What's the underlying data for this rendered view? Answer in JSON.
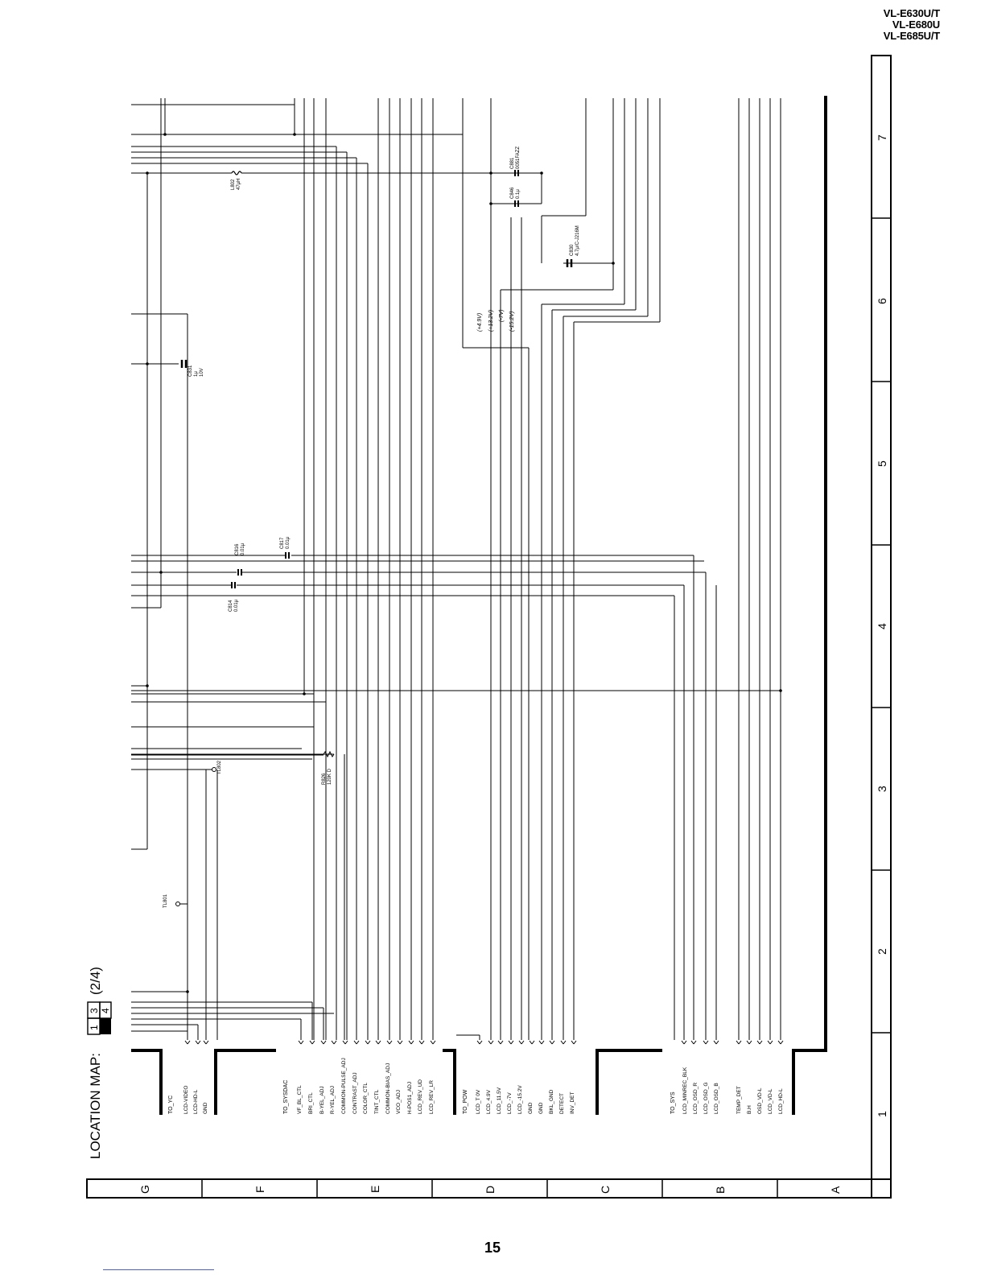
{
  "header": {
    "models": [
      "VL-E630U/T",
      "VL-E680U",
      "VL-E685U/T"
    ]
  },
  "location_map": {
    "label": "LOCATION MAP:",
    "cells": [
      "1",
      "3",
      "4"
    ],
    "sheet": "(2/4)"
  },
  "grid": {
    "columns": [
      "1",
      "2",
      "3",
      "4",
      "5",
      "6",
      "7"
    ],
    "rows": [
      "G",
      "F",
      "E",
      "D",
      "C",
      "B",
      "A"
    ]
  },
  "connectors": [
    {
      "name": "TO_YC",
      "pins": [
        "LCD-VIDEO",
        "LCD-HD-L",
        "GND"
      ]
    },
    {
      "name": "TO_SYSDAC",
      "pins": [
        "VF_BL_CTL",
        "BRI_CTL",
        "B-YEL_ADJ",
        "R-YEL_ADJ",
        "COMMON-PULSE_ADJ",
        "CONTRAST_ADJ",
        "COLOR_CTL",
        "TINT_CTL",
        "COMMON-BIAS_ADJ",
        "VCO_ADJ",
        "H-POS1_ADJ",
        "LCD_REV_UD",
        "LCD_REV_LR"
      ]
    },
    {
      "name": "TO_POW",
      "pins": [
        "LCD_T 0V",
        "LCD_4.9V",
        "LCD_11.5V",
        "LCD_-7V",
        "LCD_-15.2V",
        "GND",
        "GND",
        "BKL_GND",
        "DETECT",
        "INV_DET"
      ]
    },
    {
      "name": "TO_SYS",
      "pins": [
        "LCD_MINREC_BLK",
        "LCD_OSD_R",
        "LCD_OSD_G",
        "LCD_OSD_B"
      ]
    },
    {
      "name": "",
      "pins": [
        "TEMP_DET",
        "B.H",
        "OSD_VD-L",
        "LCD_VD-L",
        "LCD_HD-L"
      ]
    }
  ],
  "components": [
    {
      "ref": "L802",
      "value": "47μH"
    },
    {
      "ref": "C881",
      "value": "0051FAZZ"
    },
    {
      "ref": "C846",
      "value": "0.1μ"
    },
    {
      "ref": "C830",
      "value": "4.7μ/C-J216M"
    },
    {
      "ref": "C831",
      "value": "1μ"
    },
    {
      "ref": "C831_v",
      "value": "10V"
    },
    {
      "ref": "C816",
      "value": "0.01μ"
    },
    {
      "ref": "C817",
      "value": "0.01μ"
    },
    {
      "ref": "C814",
      "value": "0.01μ"
    },
    {
      "ref": "R826",
      "value": "120K D"
    },
    {
      "ref": "TL802",
      "value": ""
    },
    {
      "ref": "TL801",
      "value": ""
    }
  ],
  "voltages": [
    "(+4.9V)",
    "(+13.2V)",
    "(-7V)",
    "(-15.2V)"
  ],
  "page_number": "15"
}
